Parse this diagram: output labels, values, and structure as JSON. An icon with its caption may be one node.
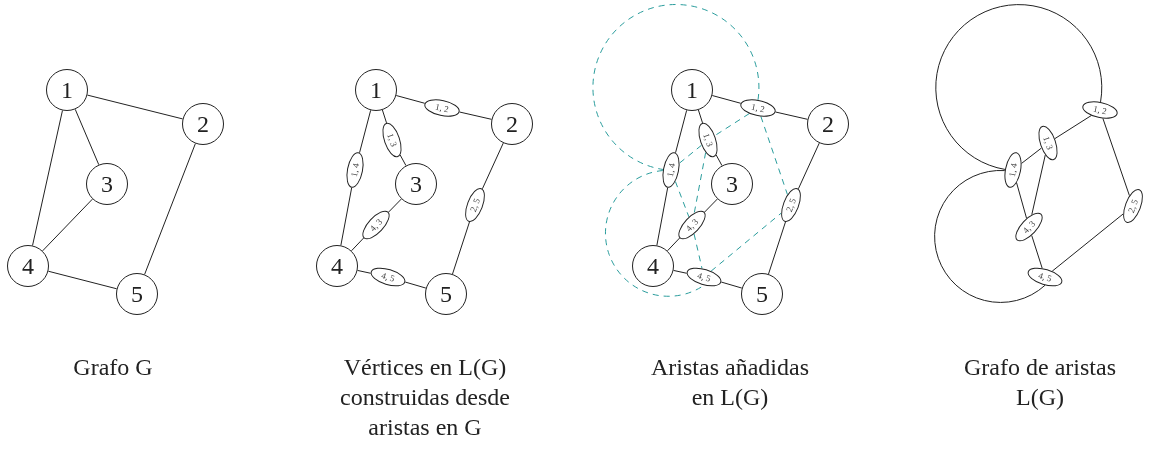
{
  "diagram": {
    "nodes": [
      {
        "text": [
          "1"
        ]
      },
      {
        "text": [
          "2"
        ]
      },
      {
        "text": [
          "3"
        ]
      },
      {
        "text": [
          "4"
        ]
      },
      {
        "text": [
          "5"
        ]
      },
      {
        "text": [
          "1"
        ]
      },
      {
        "text": [
          "2"
        ]
      },
      {
        "text": [
          "3"
        ]
      },
      {
        "text": [
          "4"
        ]
      },
      {
        "text": [
          "5"
        ]
      },
      {
        "text": [
          "1, 2"
        ]
      },
      {
        "text": [
          "1, 3"
        ]
      },
      {
        "text": [
          "1, 4"
        ]
      },
      {
        "text": [
          "4, 3"
        ]
      },
      {
        "text": [
          "4, 5"
        ]
      },
      {
        "text": [
          "2, 5"
        ]
      },
      {
        "text": [
          "1"
        ]
      },
      {
        "text": [
          "2"
        ]
      },
      {
        "text": [
          "3"
        ]
      },
      {
        "text": [
          "4"
        ]
      },
      {
        "text": [
          "5"
        ]
      },
      {
        "text": [
          "1, 2"
        ]
      },
      {
        "text": [
          "1, 3"
        ]
      },
      {
        "text": [
          "1, 4"
        ]
      },
      {
        "text": [
          "4, 3"
        ]
      },
      {
        "text": [
          "4, 5"
        ]
      },
      {
        "text": [
          "2, 5"
        ]
      },
      {
        "text": [
          "1, 2"
        ]
      },
      {
        "text": [
          "1, 3"
        ]
      },
      {
        "text": [
          "1, 4"
        ]
      },
      {
        "text": [
          "4, 3"
        ]
      },
      {
        "text": [
          "4, 5"
        ]
      },
      {
        "text": [
          "2, 5"
        ]
      }
    ],
    "edges": [
      {
        "from": 0,
        "to": 1,
        "arrow": "none"
      },
      {
        "from": 0,
        "to": 2,
        "arrow": "none"
      },
      {
        "from": 0,
        "to": 3,
        "arrow": "none"
      },
      {
        "from": 2,
        "to": 3,
        "arrow": "none"
      },
      {
        "from": 3,
        "to": 4,
        "arrow": "none"
      },
      {
        "from": 1,
        "to": 4,
        "arrow": "none"
      },
      {
        "from": 5,
        "to": 10,
        "arrow": "none"
      },
      {
        "from": 10,
        "to": 6,
        "arrow": "none"
      },
      {
        "from": 5,
        "to": 11,
        "arrow": "none"
      },
      {
        "from": 11,
        "to": 7,
        "arrow": "none"
      },
      {
        "from": 5,
        "to": 12,
        "arrow": "none"
      },
      {
        "from": 12,
        "to": 8,
        "arrow": "none"
      },
      {
        "from": 8,
        "to": 13,
        "arrow": "none"
      },
      {
        "from": 13,
        "to": 7,
        "arrow": "none"
      },
      {
        "from": 8,
        "to": 14,
        "arrow": "none"
      },
      {
        "from": 14,
        "to": 9,
        "arrow": "none"
      },
      {
        "from": 6,
        "to": 15,
        "arrow": "none"
      },
      {
        "from": 15,
        "to": 9,
        "arrow": "none"
      },
      {
        "from": 16,
        "to": 21,
        "arrow": "none"
      },
      {
        "from": 21,
        "to": 17,
        "arrow": "none"
      },
      {
        "from": 16,
        "to": 22,
        "arrow": "none"
      },
      {
        "from": 22,
        "to": 18,
        "arrow": "none"
      },
      {
        "from": 16,
        "to": 23,
        "arrow": "none"
      },
      {
        "from": 23,
        "to": 19,
        "arrow": "none"
      },
      {
        "from": 19,
        "to": 24,
        "arrow": "none"
      },
      {
        "from": 24,
        "to": 18,
        "arrow": "none"
      },
      {
        "from": 19,
        "to": 25,
        "arrow": "none"
      },
      {
        "from": 25,
        "to": 20,
        "arrow": "none"
      },
      {
        "from": 17,
        "to": 26,
        "arrow": "none"
      },
      {
        "from": 26,
        "to": 20,
        "arrow": "none"
      },
      {
        "from": 21,
        "to": 22,
        "arrow": "none",
        "style": "dashed",
        "color": "#2a9d9d"
      },
      {
        "from": 22,
        "to": 23,
        "arrow": "none",
        "style": "dashed",
        "color": "#2a9d9d"
      },
      {
        "from": 21,
        "to": 26,
        "arrow": "none",
        "style": "dashed",
        "color": "#2a9d9d"
      },
      {
        "from": 22,
        "to": 24,
        "arrow": "none",
        "style": "dashed",
        "color": "#2a9d9d"
      },
      {
        "from": 23,
        "to": 24,
        "arrow": "none",
        "style": "dashed",
        "color": "#2a9d9d"
      },
      {
        "from": 24,
        "to": 25,
        "arrow": "none",
        "style": "dashed",
        "color": "#2a9d9d"
      },
      {
        "from": 25,
        "to": 26,
        "arrow": "none",
        "style": "dashed",
        "color": "#2a9d9d"
      },
      {
        "from": 21,
        "to": 23,
        "arrow": "none",
        "style": "dashed",
        "color": "#2a9d9d"
      },
      {
        "from": 23,
        "to": 25,
        "arrow": "none",
        "style": "dashed",
        "color": "#2a9d9d"
      },
      {
        "from": 27,
        "to": 28,
        "arrow": "none"
      },
      {
        "from": 28,
        "to": 29,
        "arrow": "none"
      },
      {
        "from": 27,
        "to": 32,
        "arrow": "none"
      },
      {
        "from": 28,
        "to": 30,
        "arrow": "none"
      },
      {
        "from": 29,
        "to": 30,
        "arrow": "none"
      },
      {
        "from": 30,
        "to": 31,
        "arrow": "none"
      },
      {
        "from": 31,
        "to": 32,
        "arrow": "none"
      },
      {
        "from": 27,
        "to": 29,
        "arrow": "none"
      },
      {
        "from": 29,
        "to": 31,
        "arrow": "none"
      }
    ],
    "labels": [
      "Grafo G",
      "Vértices en L(G) construidas desde aristas en G",
      "Aristas añadidas en L(G)",
      "Grafo de aristas L(G)"
    ]
  }
}
